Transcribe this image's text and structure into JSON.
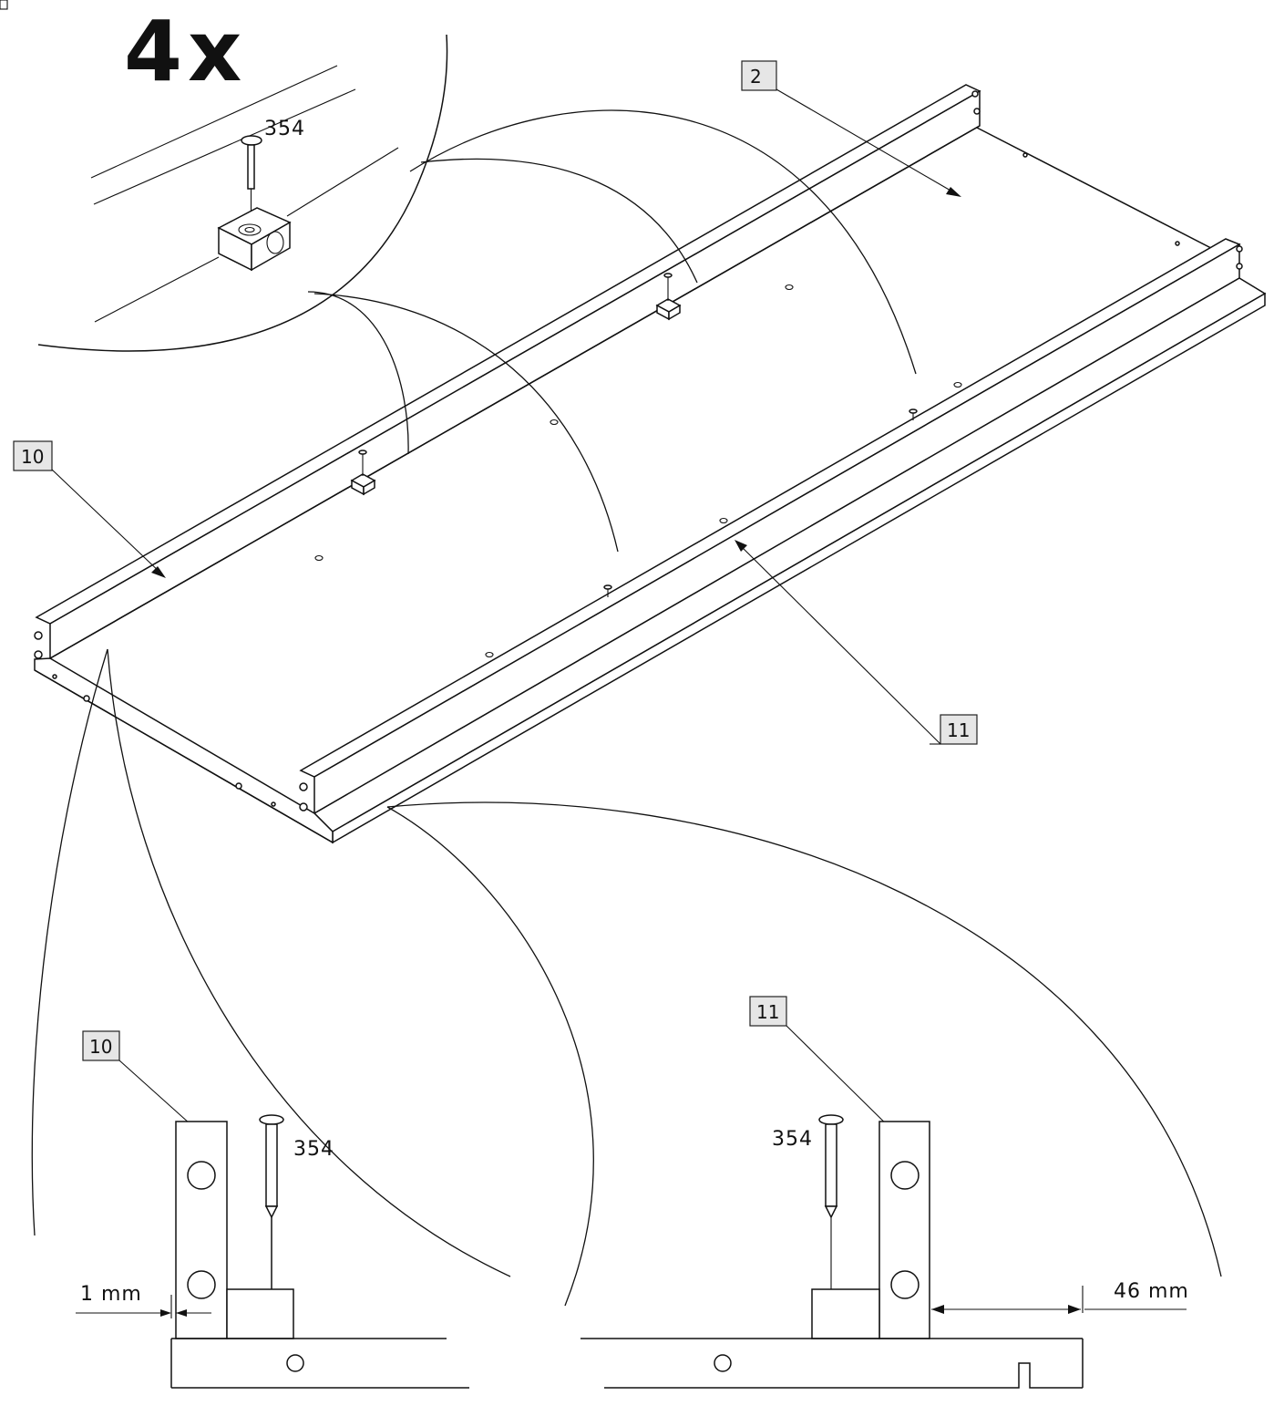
{
  "multiplier": "4x",
  "hardware_id": "354",
  "parts": {
    "frame": "2",
    "left_rail": "10",
    "right_rail": "11"
  },
  "dimensions": {
    "gap": "1 mm",
    "offset": "46 mm"
  }
}
